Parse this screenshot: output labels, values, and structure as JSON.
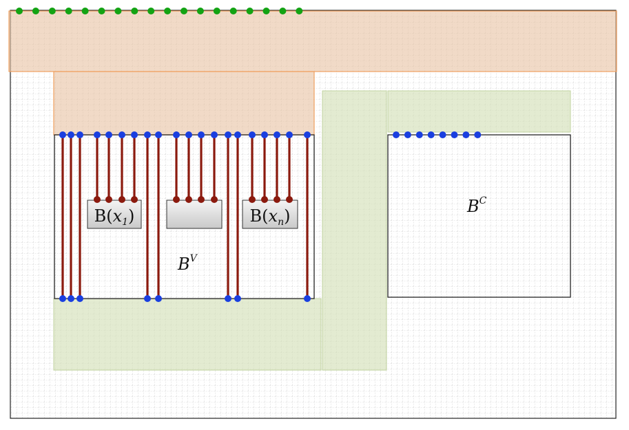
{
  "labels": {
    "bv_main": "B",
    "bv_sup": "V",
    "bc_main": "B",
    "bc_sup": "C",
    "box1_main": "B",
    "box1_open": "(",
    "box1_var": "x",
    "box1_sub": "1",
    "box1_close": ")",
    "box3_main": "B",
    "box3_open": "(",
    "box3_var": "x",
    "box3_sub": "n",
    "box3_close": ")"
  },
  "colors": {
    "grid": "#b9b9b9",
    "outer_frame": "#222222",
    "orange_fill": "#e8c3a4",
    "orange_stroke": "#f0a060",
    "green_fill": "#d4e0b8",
    "green_stroke": "#c2d3a0",
    "wire": "#8b1a0e",
    "node_blue": "#1a3fe0",
    "node_green": "#13a313",
    "box_gradient_top": "#f4f4f4",
    "box_gradient_bottom": "#c9c9c9"
  }
}
